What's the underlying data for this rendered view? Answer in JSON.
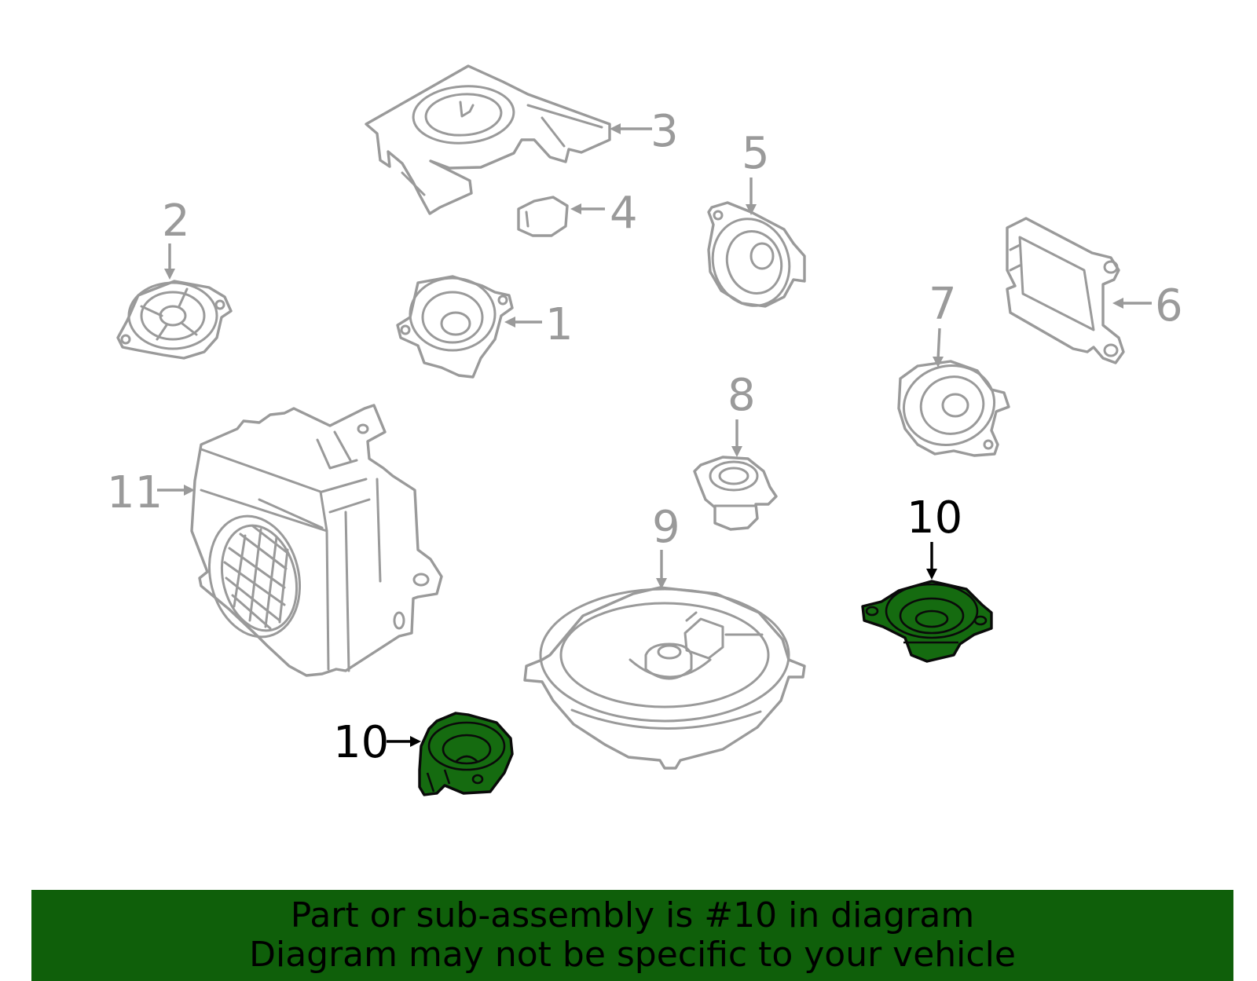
{
  "callouts": {
    "c1": "1",
    "c2": "2",
    "c3": "3",
    "c4": "4",
    "c5": "5",
    "c6": "6",
    "c7": "7",
    "c8": "8",
    "c9": "9",
    "c10a": "10",
    "c10b": "10",
    "c11": "11"
  },
  "highlight": {
    "part_number": "10",
    "fill_color": "#156b10",
    "outline_color": "#000000"
  },
  "banner": {
    "line1": "Part or sub-assembly is #10 in diagram",
    "line2": "Diagram may not be specific to your vehicle",
    "background_color": "#0f5f0a"
  },
  "colors": {
    "part_outline": "#9a9a9a",
    "background": "#ffffff"
  }
}
